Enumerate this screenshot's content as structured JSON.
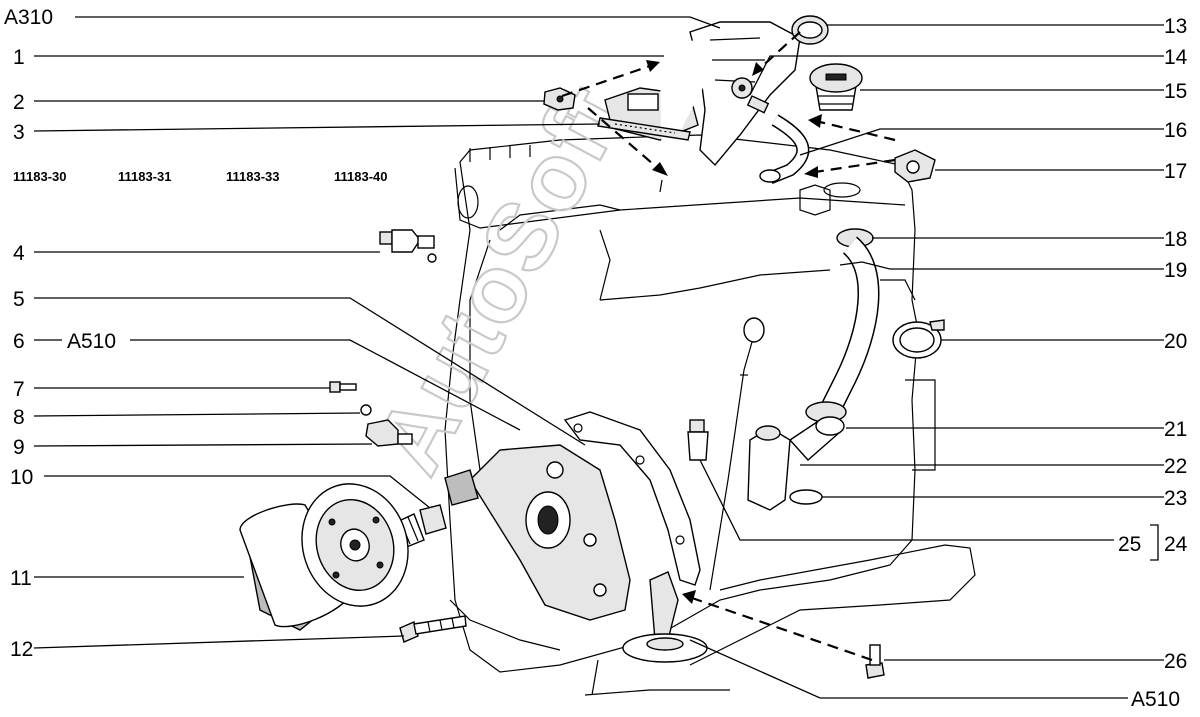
{
  "diagram": {
    "assembly_refs": {
      "top": "A310",
      "left": "A510",
      "bottom": "A510"
    },
    "variant_codes": [
      "11183-30",
      "11183-31",
      "11183-33",
      "11183-40"
    ],
    "watermark": "AutoSoft",
    "labels_left": {
      "p1": "1",
      "p2": "2",
      "p3": "3",
      "p4": "4",
      "p5": "5",
      "p6": "6",
      "p7": "7",
      "p8": "8",
      "p9": "9",
      "p10": "10",
      "p11": "11",
      "p12": "12"
    },
    "labels_right": {
      "p13": "13",
      "p14": "14",
      "p15": "15",
      "p16": "16",
      "p17": "17",
      "p18": "18",
      "p19": "19",
      "p20": "20",
      "p21": "21",
      "p22": "22",
      "p23": "23",
      "p24": "24",
      "p25": "25",
      "p26": "26"
    }
  }
}
